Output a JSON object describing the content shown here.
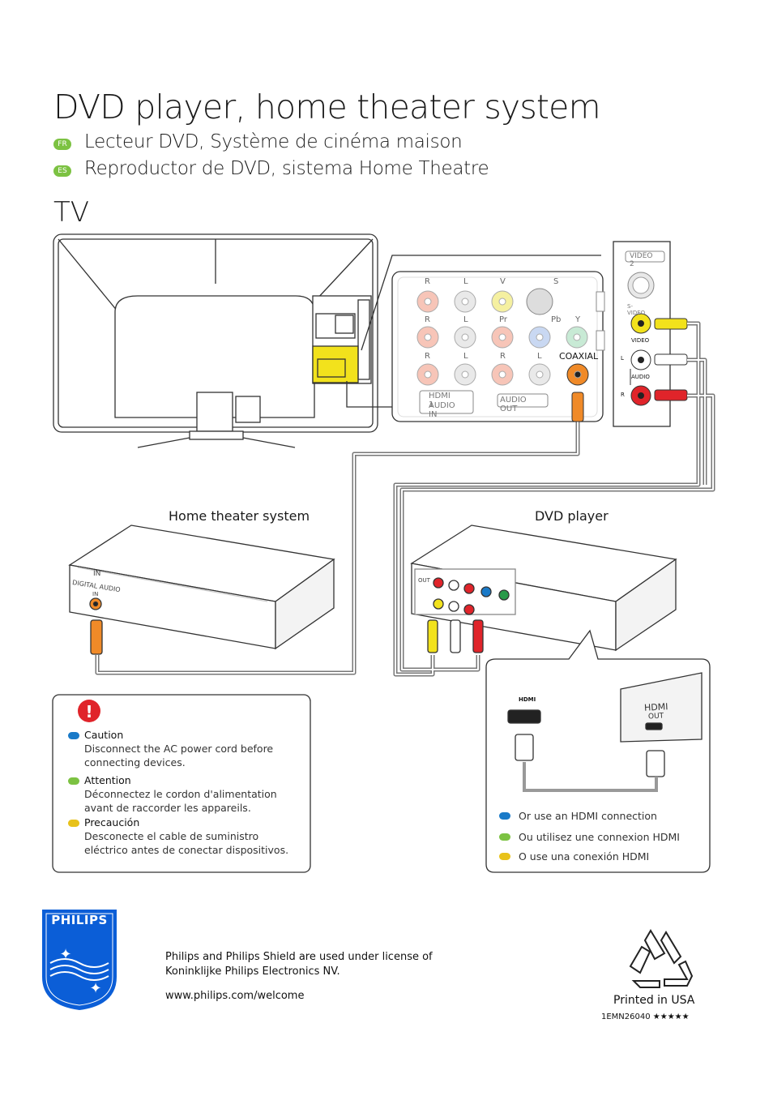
{
  "title": "DVD player, home theater system",
  "subtitles": [
    {
      "lang": "FR",
      "text": "Lecteur DVD, Système de cinéma maison"
    },
    {
      "lang": "ES",
      "text": "Reproductor de DVD, sistema Home Theatre"
    }
  ],
  "tv_label": "TV",
  "tv_panel": {
    "row1": [
      "R",
      "L",
      "V",
      "S"
    ],
    "row2": [
      "R",
      "L",
      "Pr",
      "Pb",
      "Y"
    ],
    "row3": [
      "R",
      "L",
      "R",
      "L"
    ],
    "coaxial": "COAXIAL",
    "hdmi_audio_in": [
      "HDMI 1",
      "AUDIO IN"
    ],
    "audio_out": "AUDIO OUT"
  },
  "side_panel": {
    "video2": "VIDEO 2",
    "svideo": "S-VIDEO",
    "video": "VIDEO",
    "l": "L",
    "audio": "AUDIO",
    "r": "R"
  },
  "devices": {
    "home_theater": "Home theater system",
    "dvd_player": "DVD player",
    "ht_in": "IN",
    "ht_digital_audio": "DIGITAL AUDIO",
    "ht_digital_in": "IN",
    "dvd_out": "OUT"
  },
  "caution": [
    {
      "label": "Caution",
      "text": "Disconnect the AC power cord before connecting devices.",
      "color": "#1a7ac8"
    },
    {
      "label": "Attention",
      "text": "Déconnectez le cordon d'alimentation avant de raccorder les appareils.",
      "color": "#7cc242"
    },
    {
      "label": "Precaución",
      "text": "Desconecte el cable de suministro eléctrico antes de conectar dispositivos.",
      "color": "#e8c21a"
    }
  ],
  "hdmi_box": {
    "hdmi_logo": "HDMI",
    "hdmi_out": [
      "HDMI",
      "OUT"
    ],
    "lines": [
      {
        "text": "Or use an HDMI connection",
        "color": "#1a7ac8"
      },
      {
        "text": "Ou utilisez une connexion HDMI",
        "color": "#7cc242"
      },
      {
        "text": "O use una conexión HDMI",
        "color": "#e8c21a"
      }
    ]
  },
  "footer": {
    "brand": "PHILIPS",
    "license": [
      "Philips and Philips Shield are used under license of",
      "Koninklijke Philips Electronics NV."
    ],
    "url": "www.philips.com/welcome",
    "printed": "Printed in USA",
    "code": "1EMN26040 ★★★★★"
  },
  "colors": {
    "accent_green": "#7cc242",
    "brand_blue": "#0b5ed7",
    "cable_red": "#e0242a",
    "cable_yellow": "#f2e21c",
    "cable_orange": "#f08a28"
  }
}
